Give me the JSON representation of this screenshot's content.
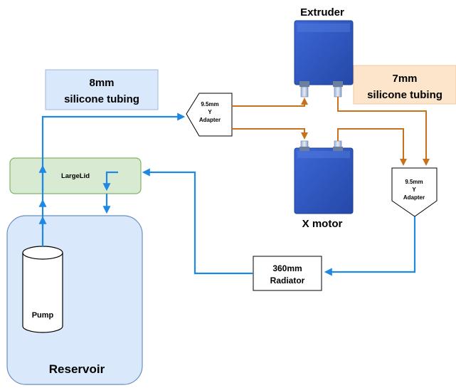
{
  "labels": {
    "tubing_8mm": [
      "8mm",
      "silicone tubing"
    ],
    "tubing_7mm": [
      "7mm",
      "silicone tubing"
    ],
    "extruder": "Extruder",
    "x_motor": "X motor",
    "y_adapter_top": [
      "9.5mm",
      "Y",
      "Adapter"
    ],
    "y_adapter_right": [
      "9.5mm",
      "Y",
      "Adapter"
    ],
    "large_lid": "LargeLid",
    "pump": "Pump",
    "reservoir": "Reservoir",
    "radiator": [
      "360mm",
      "Radiator"
    ]
  },
  "colors": {
    "blue_tubing": "#1e88e5",
    "orange_tubing": "#c8701a",
    "water_block": "#2f57c4",
    "lid_fill": "#d9ead3",
    "reservoir_fill": "#dae8fc",
    "label_8mm_fill": "#dae8fc",
    "label_7mm_fill": "#fde5cc"
  }
}
